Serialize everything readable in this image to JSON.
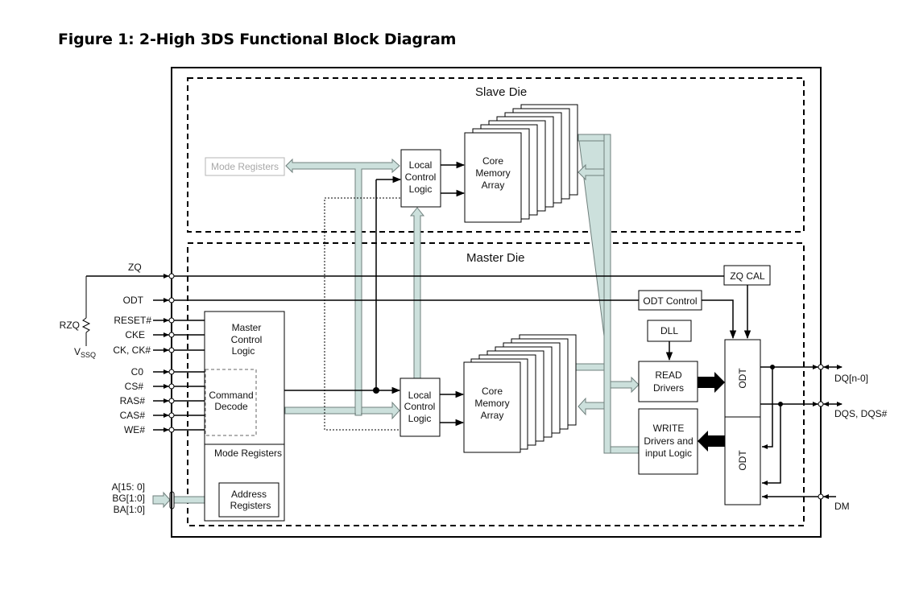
{
  "figure": {
    "title": "Figure 1: 2-High 3DS Functional Block Diagram"
  },
  "colors": {
    "bus_fill": "#cce0dc",
    "bus_stroke": "#6f7f7c",
    "line": "#000000",
    "faded_text": "#a8a8a8"
  },
  "slave_die": {
    "label": "Slave Die",
    "mode_registers": "Mode Registers",
    "local_control_logic": [
      "Local",
      "Control",
      "Logic"
    ],
    "core_memory_array": [
      "Core",
      "Memory",
      "Array"
    ]
  },
  "master_die": {
    "label": "Master Die",
    "master_control_logic": [
      "Master",
      "Control",
      "Logic"
    ],
    "command_decode": [
      "Command",
      "Decode"
    ],
    "mode_registers": "Mode Registers",
    "address_registers": [
      "Address",
      "Registers"
    ],
    "local_control_logic": [
      "Local",
      "Control",
      "Logic"
    ],
    "core_memory_array": [
      "Core",
      "Memory",
      "Array"
    ],
    "zq_cal": "ZQ CAL",
    "odt_control": "ODT Control",
    "dll": "DLL",
    "read_drivers": [
      "READ",
      "Drivers"
    ],
    "write_drivers": [
      "WRITE",
      "Drivers and",
      "input Logic"
    ],
    "odt_upper": "ODT",
    "odt_lower": "ODT"
  },
  "signals": {
    "left": {
      "zq": "ZQ",
      "odt": "ODT",
      "reset": "RESET#",
      "cke": "CKE",
      "ck": "CK, CK#",
      "c0": "C0",
      "cs": "CS#",
      "ras": "RAS#",
      "cas": "CAS#",
      "we": "WE#",
      "rzq": "RZQ",
      "vssq_main": "V",
      "vssq_sub": "SSQ",
      "address": [
        "A[15: 0]",
        "BG[1:0]",
        "BA[1:0]"
      ]
    },
    "right": {
      "dq": "DQ[n-0]",
      "dqs": "DQS, DQS#",
      "dm": "DM"
    }
  }
}
